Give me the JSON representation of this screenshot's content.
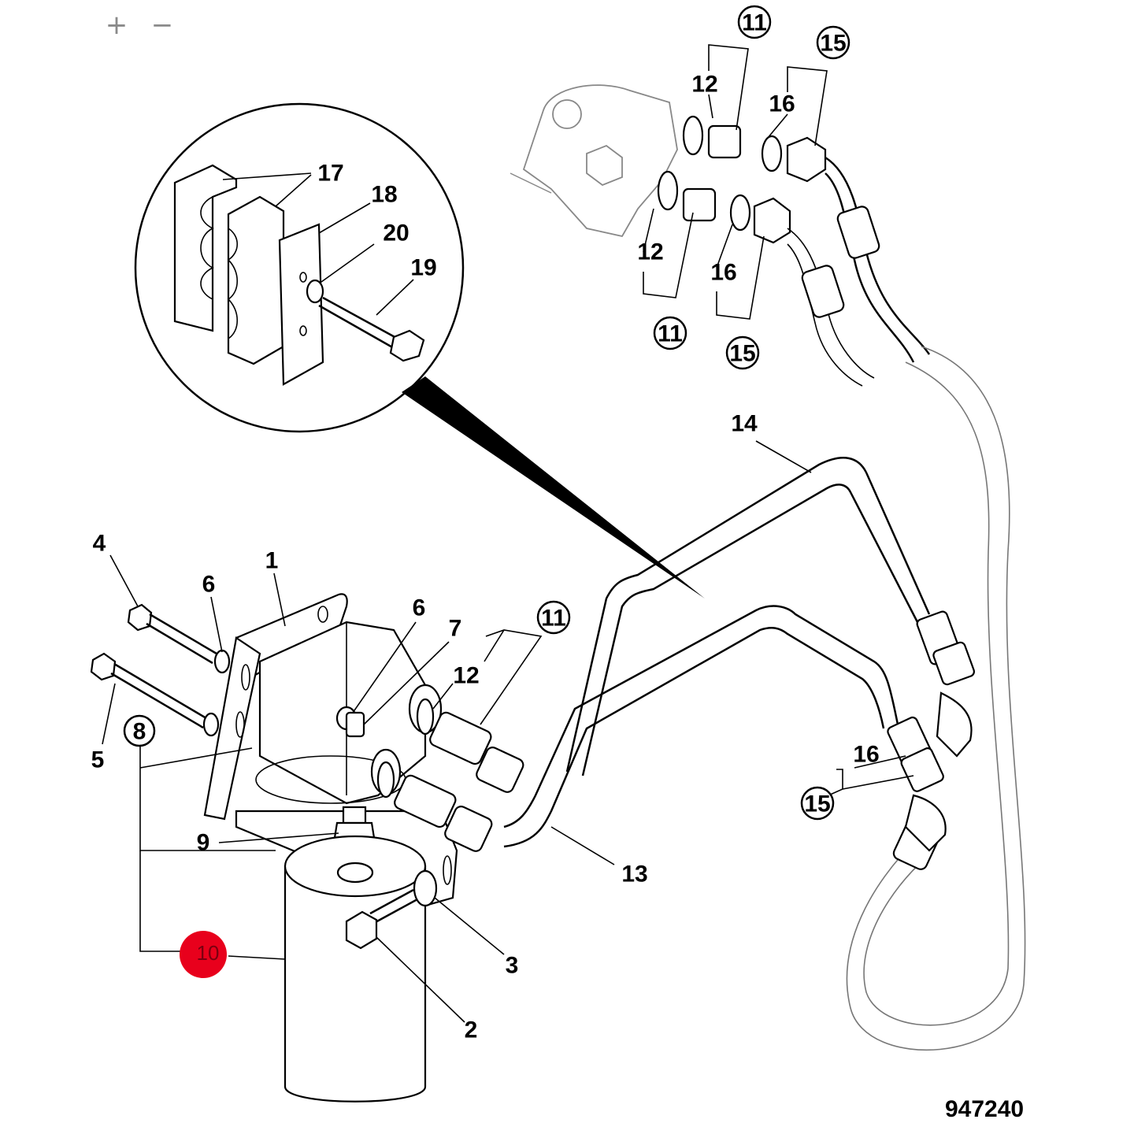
{
  "toolbar": {
    "zoom_in": "+",
    "zoom_out": "−"
  },
  "drawing_number": "947240",
  "highlight_color": "#e8001c",
  "labels": {
    "l1": "1",
    "l2": "2",
    "l3": "3",
    "l4": "4",
    "l5": "5",
    "l6a": "6",
    "l6b": "6",
    "l7": "7",
    "l8": "8",
    "l9": "9",
    "l10": "10",
    "l11a": "11",
    "l11b": "11",
    "l11c": "11",
    "l12a": "12",
    "l12b": "12",
    "l12c": "12",
    "l13": "13",
    "l14": "14",
    "l15a": "15",
    "l15b": "15",
    "l15c": "15",
    "l16a": "16",
    "l16b": "16",
    "l16c": "16",
    "l17": "17",
    "l18": "18",
    "l19": "19",
    "l20": "20"
  }
}
